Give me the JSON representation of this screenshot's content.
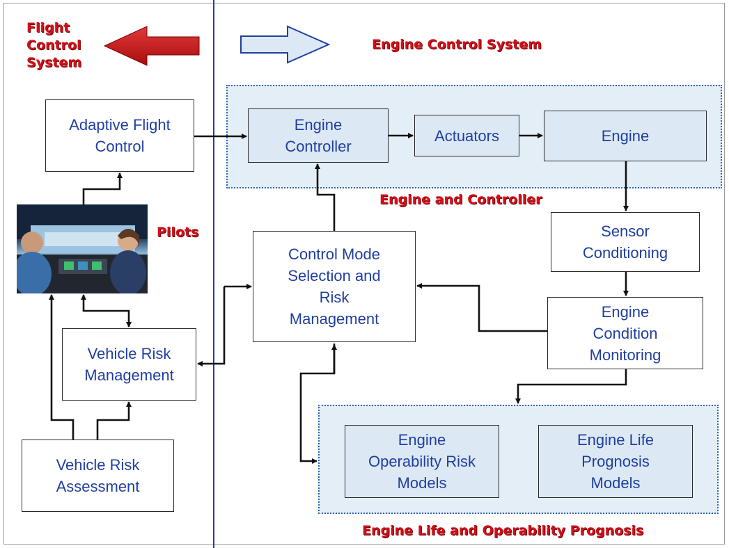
{
  "headers": {
    "flight_control_system": "Flight\nControl\nSystem",
    "engine_control_system": "Engine Control System",
    "engine_and_controller": "Engine and Controller",
    "engine_life_prognosis": "Engine Life and Operability Prognosis",
    "pilots": "Pilots"
  },
  "boxes": {
    "adaptive_flight_control": "Adaptive Flight\nControl",
    "engine_controller": "Engine\nController",
    "actuators": "Actuators",
    "engine": "Engine",
    "sensor_conditioning": "Sensor\nConditioning",
    "control_mode_selection": "Control Mode\nSelection and\nRisk\nManagement",
    "engine_condition_monitoring": "Engine\nCondition\nMonitoring",
    "vehicle_risk_management": "Vehicle Risk\nManagement",
    "vehicle_risk_assessment": "Vehicle Risk\nAssessment",
    "engine_operability_risk_models": "Engine\nOperability Risk\nModels",
    "engine_life_prognosis_models": "Engine Life\nPrognosis\nModels"
  },
  "colors": {
    "box_text": "#1f3fa0",
    "header_red": "#d0101b",
    "region_fill": "#e4eef7",
    "divider": "#1f3fa0"
  }
}
